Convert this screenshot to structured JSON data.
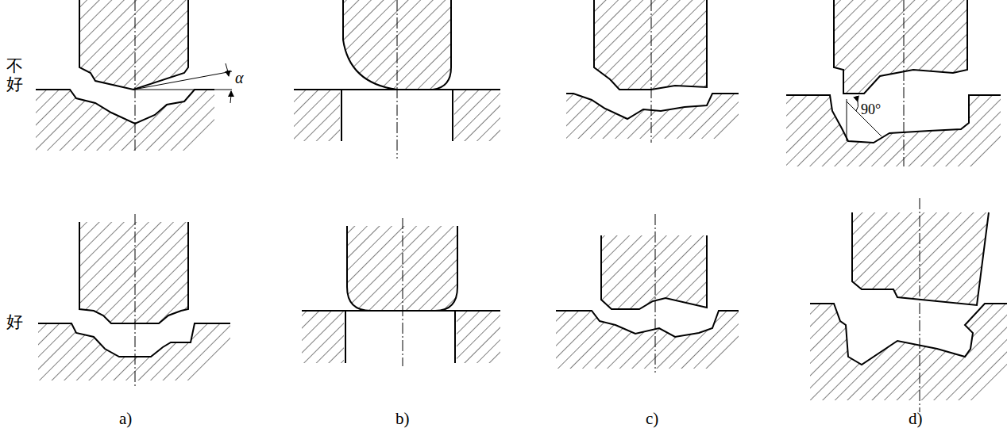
{
  "diagram": {
    "labels": [
      "不好",
      "好",
      "α",
      "90°",
      "a)",
      "b)",
      "c)",
      "d)"
    ]
  }
}
